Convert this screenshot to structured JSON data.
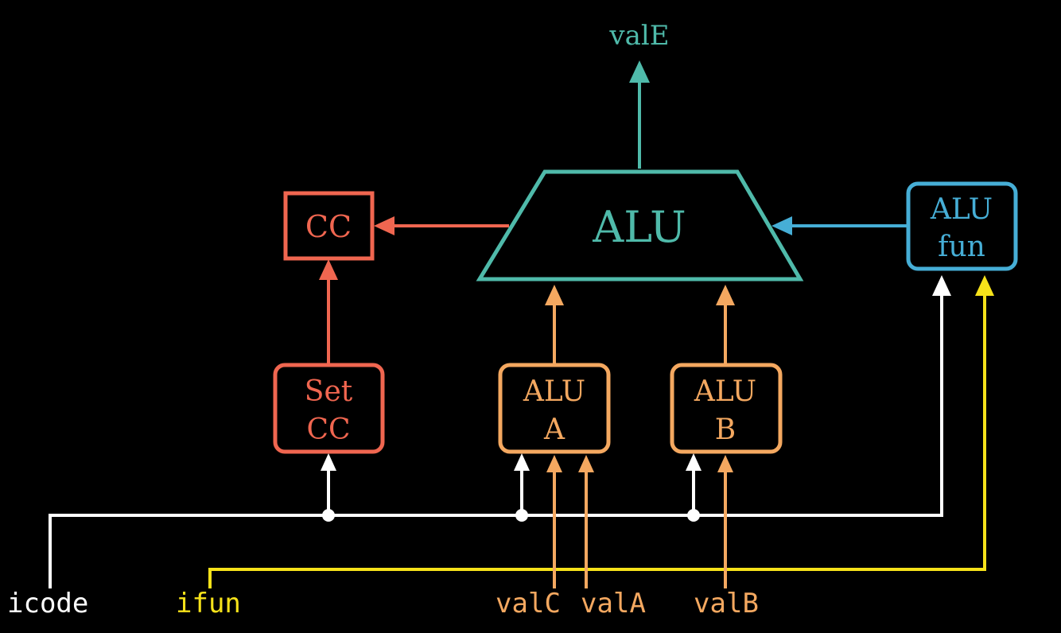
{
  "colors": {
    "background": "#000000",
    "teal": "#4fbaaa",
    "red": "#f06650",
    "orange": "#f4a860",
    "blue": "#46aed6",
    "white": "#ffffff",
    "yellow": "#f6e21a"
  },
  "blocks": {
    "alu": "ALU",
    "cc": "CC",
    "set_cc": [
      "Set",
      "CC"
    ],
    "alu_a": [
      "ALU",
      "A"
    ],
    "alu_b": [
      "ALU",
      "B"
    ],
    "alu_fun": [
      "ALU",
      "fun"
    ]
  },
  "signals": {
    "output": "valE",
    "icode": "icode",
    "ifun": "ifun",
    "valC": "valC",
    "valA": "valA",
    "valB": "valB"
  }
}
